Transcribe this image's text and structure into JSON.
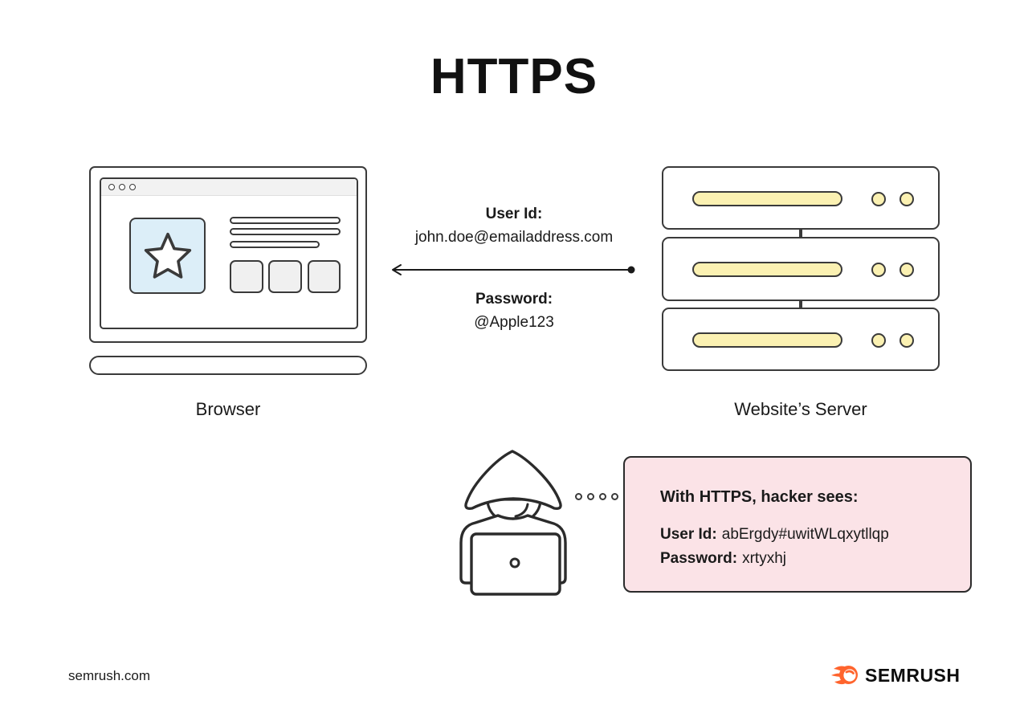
{
  "title": "HTTPS",
  "diagram": {
    "browser_label": "Browser",
    "server_label": "Website’s Server",
    "transmission": {
      "user_id_label": "User Id:",
      "user_id_value": "john.doe@emailaddress.com",
      "password_label": "Password:",
      "password_value": "@Apple123"
    },
    "hacker_box": {
      "heading": "With HTTPS, hacker sees:",
      "user_id_label": "User Id:",
      "user_id_value": "abErgdy#uwitWLqxytllqp",
      "password_label": "Password:",
      "password_value": "xrtyxhj"
    }
  },
  "footer": {
    "website": "semrush.com",
    "brand": "SEMRUSH"
  },
  "icons": {
    "star": "star-icon",
    "browser_window": "browser-window-icon",
    "server_rack": "server-rack-icon",
    "hacker": "hacker-icon",
    "transfer_arrow": "arrow-left-icon",
    "brand_flame": "semrush-flame-icon"
  },
  "colors": {
    "outline": "#3a3a3a",
    "text": "#1a1a1a",
    "light_blue": "#dceef8",
    "yellow": "#fbf1b2",
    "pink": "#fbe3e7",
    "tile_gray": "#f0f0f0",
    "topbar_gray": "#f2f2f2",
    "brand_orange": "#ff642d"
  }
}
